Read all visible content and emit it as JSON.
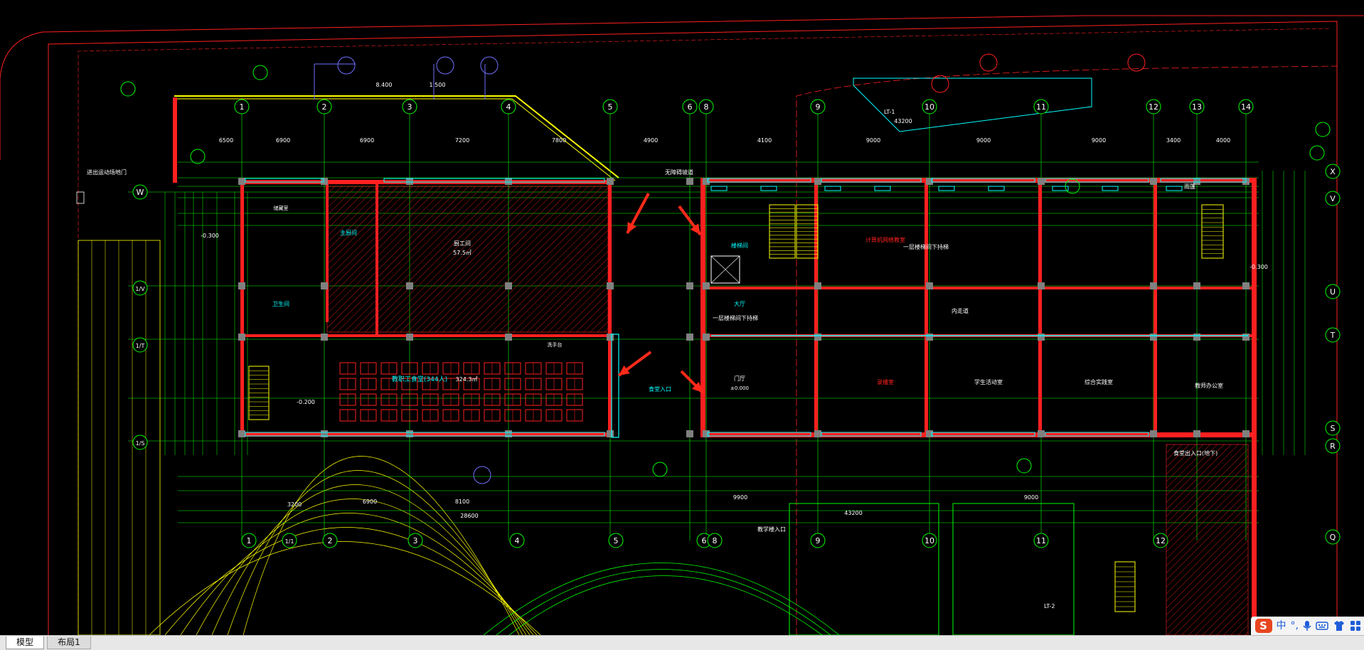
{
  "colors": {
    "background": "#000000",
    "axis": "#00ff00",
    "wall": "#ff2020",
    "text": "#ffffff",
    "window": "#00ffff",
    "dim": "#00ff00",
    "arrow": "#ff2a1a",
    "site": "#ffff00",
    "leader": "#7070ff"
  },
  "drawing": {
    "top_axes": [
      "1",
      "2",
      "3",
      "4",
      "5",
      "6",
      "8",
      "9",
      "10",
      "11",
      "12",
      "13",
      "14"
    ],
    "bottom_axes": [
      "1",
      "1/1",
      "2",
      "3",
      "4",
      "5",
      "6",
      "8",
      "9",
      "10",
      "11",
      "12"
    ],
    "right_axes": [
      "X",
      "V",
      "U",
      "T",
      "S",
      "R",
      "Q"
    ],
    "left_axes": [
      "W",
      "1/V",
      "1/T",
      "1/S"
    ],
    "dims_top": [
      "6500",
      "6900",
      "6900",
      "7200",
      "7800",
      "4900",
      "4100",
      "9000",
      "9000",
      "9000",
      "3400",
      "4000"
    ],
    "dims_bottom": [
      "8100",
      "28600",
      "9000",
      "3200",
      "6900",
      "9900"
    ],
    "total_top": "43200",
    "total_bottom": "43200",
    "elev_top": "8.400",
    "elev_top2": "1.500",
    "elev_300": "-0.300",
    "rooms": {
      "dining": "教职工食堂(344人)",
      "dining_area": "324.3㎡",
      "kitchen": "厨工间",
      "kitchen_area": "57.5㎡",
      "main_kitchen": "主厨间",
      "lobby": "门厅",
      "lobby_elev": "±0.000",
      "hall": "大厅",
      "classroom1": "计算机网络教室",
      "classroom2": "录播室",
      "classroom3": "学生活动室",
      "classroom4": "综合实践室",
      "office": "教师办公室",
      "corridor": "内走道",
      "entrance_kitchen": "食堂入口",
      "entrance_student": "教学楼入口",
      "stair1": "楼梯间",
      "storage": "储藏室",
      "cleaning": "洗手台",
      "wc": "卫生间"
    },
    "notes": {
      "site_gate": "进出运动场地门",
      "stair_note": "一层楼梯间下持梯",
      "stair_note2": "一层楼梯间下持梯",
      "ramp": "无障碍坡道",
      "covered": "雨篷",
      "canopy": "LT-1",
      "canopy2": "LT-2",
      "level_label": "-0.200",
      "parking": "食堂出入口(地下)"
    }
  },
  "tabs": [
    {
      "label": "模型"
    },
    {
      "label": "布局1"
    }
  ],
  "ime": {
    "logo": "S",
    "lang": "中",
    "punct": "°,",
    "mic": "mic-icon",
    "keyboard": "keyboard-icon",
    "skin": "shirt-icon",
    "menu": "grid-icon"
  }
}
